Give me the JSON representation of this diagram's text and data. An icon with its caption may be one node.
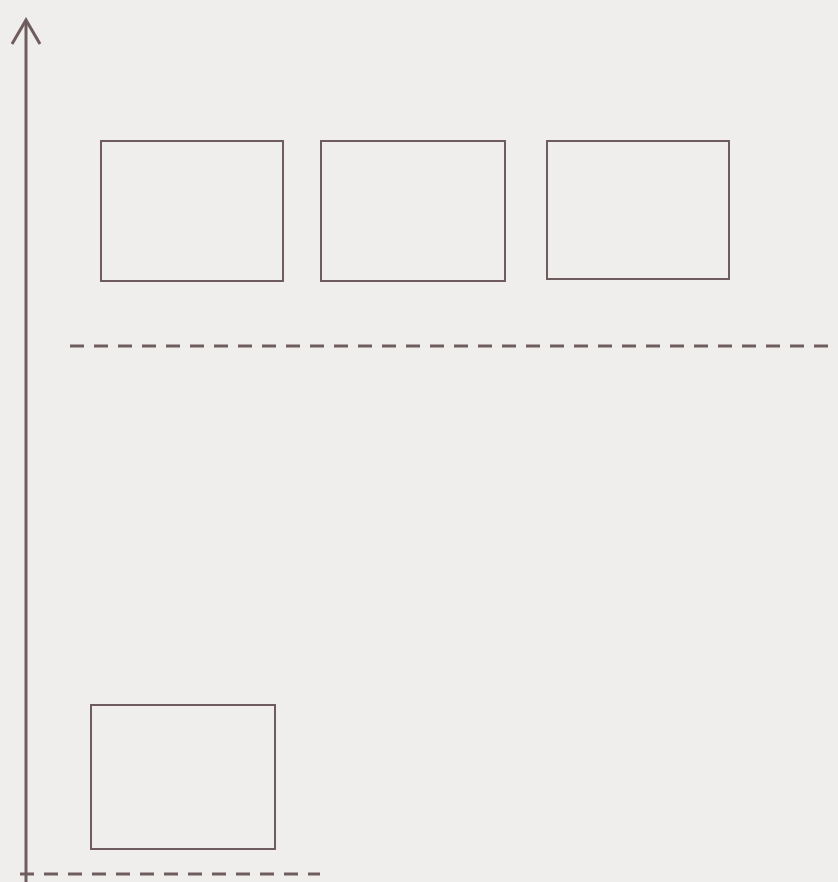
{
  "diagram": {
    "nodes": [
      {
        "text": [],
        "shape": "box"
      },
      {
        "text": [],
        "shape": "box"
      },
      {
        "text": [],
        "shape": "box"
      },
      {
        "text": [],
        "shape": "box"
      }
    ]
  }
}
